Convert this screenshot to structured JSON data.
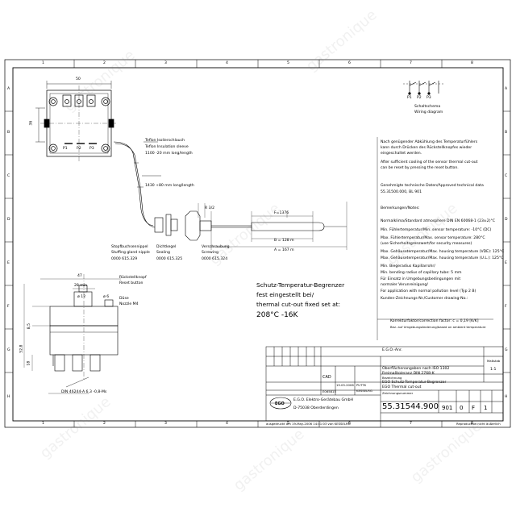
{
  "grid": {
    "columns": [
      "1",
      "2",
      "3",
      "4",
      "5",
      "6",
      "7",
      "8"
    ],
    "rows": [
      "A",
      "B",
      "C",
      "D",
      "E",
      "F",
      "G",
      "H"
    ]
  },
  "top_view": {
    "width_dim": "50",
    "height_dim": "36",
    "terminals": [
      "P1",
      "P2",
      "P3"
    ]
  },
  "wiring": {
    "terminals": [
      "P1",
      "P2",
      "P3"
    ],
    "title_de": "Schaltschema",
    "title_en": "Wiring diagram"
  },
  "capillary_labels": {
    "sleeve_de": "Teflon Isolierschlauch",
    "sleeve_en": "Teflon Insulation sleeve",
    "sleeve_len": "1100 -20 mm long/length",
    "capillary_len": "1430 +80 mm long/length",
    "f_dim": "F=1376",
    "b_dim": "B = 128 m",
    "a_dim": "A = 167 m",
    "r_dim": "R 3/2"
  },
  "parts": [
    {
      "de": "Stopfbuchsennippel",
      "en": "Stuffing gland nipple",
      "code": "0000 615.329"
    },
    {
      "de": "Dichtkegel",
      "en": "Sealing",
      "code": "0000 615.325"
    },
    {
      "de": "Verschraubung",
      "en": "Screwing",
      "code": "0000 615.324"
    }
  ],
  "reset": {
    "de": "Rückstellknopf",
    "en": "Reset button",
    "nozzle_de": "Düse",
    "nozzle_en": "Nozzle M4",
    "dim_width": "47",
    "dim_inner": "28 min",
    "dim_dia": "ø 12",
    "dim_side": "ø 6",
    "dim_h1": "8,5",
    "dim_h2": "52,8",
    "dim_h3": "18",
    "din": "DIN 46244-A 6,3 -0,8-Ms"
  },
  "notes": {
    "main_de": "Schutz-Temperatur-Begrenzer",
    "fixed_de": "fest eingestellt bei/",
    "fixed_en": "thermal cut-out fixed set at:",
    "temp": "208°C    -16K",
    "cool_de_1": "Nach genügender Abkühlung des Temperaturfühlers",
    "cool_de_2": "kann durch Drücken des Rückstellknopfes wieder",
    "cool_de_3": "eingeschaltet werden.",
    "cool_en_1": "After sufficient cooling of the sensor thermal cut-out",
    "cool_en_2": "can be reset by pressing the reset button.",
    "approved_1": "Genehmigte technische Daten/Approved technical data",
    "approved_2": "55.31500.000, BL 901",
    "remarks": "Bemerkungen/Notes:",
    "spec_1": "Normalklima/Standard atmosphere DIN EN 60068-1 (23±2)°C",
    "spec_2": "Min. Fühlertemperatur/Min. sensor temperature: -10°C (DC)",
    "spec_3": "Max. Fühlertemperatur/Max. sensor temperature: 280°C",
    "spec_4": "(use Sicherheitsgrenzwert/for security measures)",
    "spec_5": "Max. Gehäusetemperatur/Max. housing temperature (VDE): 125°C",
    "spec_6": "Max. Gehäusetemperatur/Max. housing temperature (U.L.): 125°C",
    "spec_7": "Min. Biegeradius Kapillarrohr/",
    "spec_8": "Min. bending radius of capillary tube: 5 mm",
    "spec_9": "Für Einsatz in Umgebungsbedingungen mit",
    "spec_10": "normaler Verunreinigung/",
    "spec_11": "For application with normal pollution level (Typ 2 B)",
    "spec_12": "Kunden-Zeichnungs-Nr./Customer drawing-No.:",
    "correction_1": "Korrekturfaktor/correction factor: c = 0,19 [K/K]",
    "correction_2": "Bez. auf Umgebungsänderung/based on ambient temperature"
  },
  "title_block": {
    "ego_nr_label": "E.G.O.-Anr.",
    "dim_basis": "Oberflächenangaben nach ISO 1302",
    "tolerance": "Freimaßtoleranz DIN 2768-K",
    "bezeichnung_label": "Bezeichnung",
    "name_de": "EGO Schutz-Temperatur-Begrenzer",
    "name_en": "EGO Thermal cut-out",
    "scale_label": "Maßstab",
    "scale": "1:1",
    "company": "E.G.O. Elektro-Gerätebau GmbH",
    "address": "D-75038 Oberderdingen",
    "drawing_no_label": "Zeichnungsnummer",
    "drawing_no": "55.31544.900",
    "muster": "901",
    "index": "0",
    "format": "F",
    "sheet": "1",
    "cad": "CAD",
    "date": "19.05.2006",
    "name": "PUTTK",
    "checked": "KESSELRG",
    "file": "E065815",
    "footer_left": "ausgedruckt am 19-May-2006 14:41:03 von KESSELRG",
    "footer_right": "Reproduction nicht äußerlich"
  },
  "watermark": "gastronique"
}
